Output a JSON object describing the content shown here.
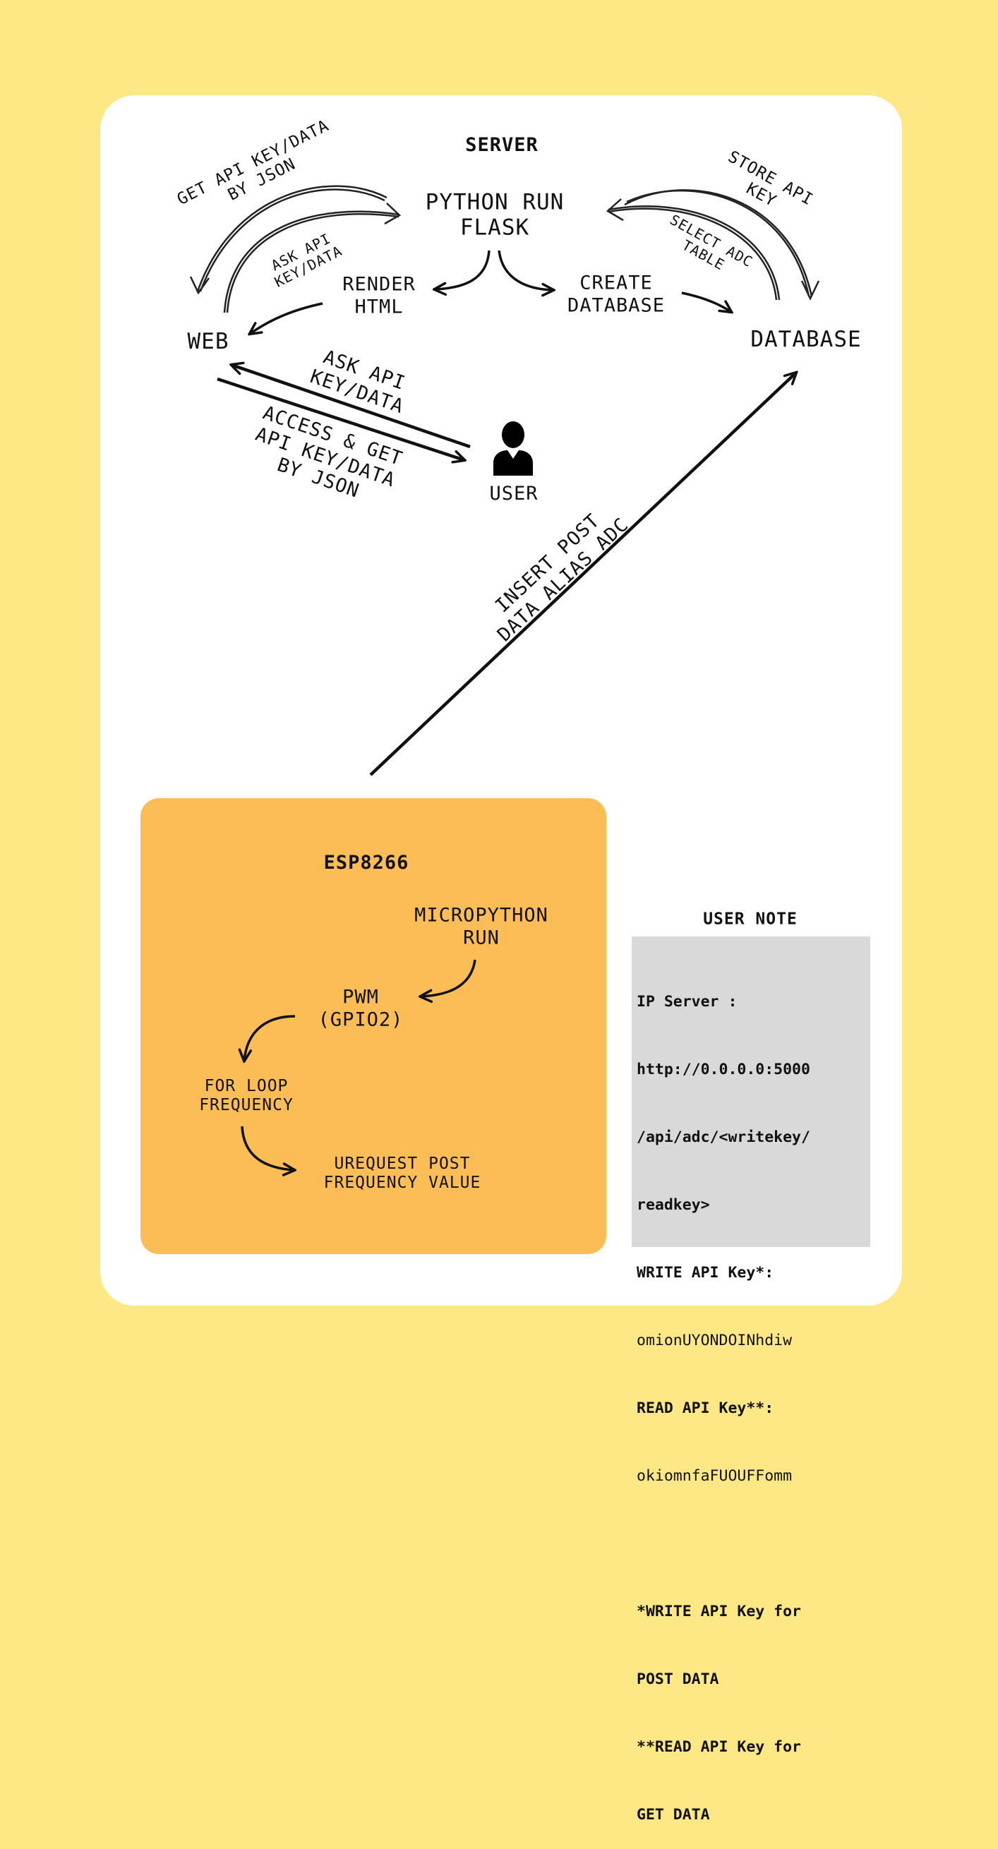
{
  "server": {
    "title": "SERVER",
    "python_run": "PYTHON RUN\nFLASK",
    "render_html": "RENDER\nHTML",
    "create_database": "CREATE\nDATABASE",
    "web": "WEB",
    "database": "DATABASE",
    "get_api_key": "GET API KEY/DATA\nBY JSON",
    "ask_api_small": "ASK API\nKEY/DATA",
    "store_api": "STORE API\nKEY",
    "select_adc": "SELECT ADC\nTABLE",
    "ask_api": "ASK API\nKEY/DATA",
    "access_get": "ACCESS & GET\nAPI KEY/DATA\nBY JSON",
    "user": "USER",
    "insert_post": "INSERT POST\nDATA ALIAS ADC"
  },
  "esp": {
    "title": "ESP8266",
    "micropython": "MICROPYTHON\nRUN",
    "pwm": "PWM\n(GPIO2)",
    "for_loop": "FOR LOOP\nFREQUENCY",
    "urequest": "UREQUEST POST\nFREQUENCY VALUE"
  },
  "user_note": {
    "title": "USER NOTE",
    "lines": [
      "IP Server :",
      "http://0.0.0.0:5000",
      "/api/adc/<writekey/",
      "readkey>",
      "WRITE API Key*:",
      "omionUYONDOINhdiw",
      "READ API Key**:",
      "okiomnfaFUOUFFomm",
      "*WRITE API Key for",
      "POST DATA",
      "**READ API Key for",
      "GET DATA"
    ]
  }
}
